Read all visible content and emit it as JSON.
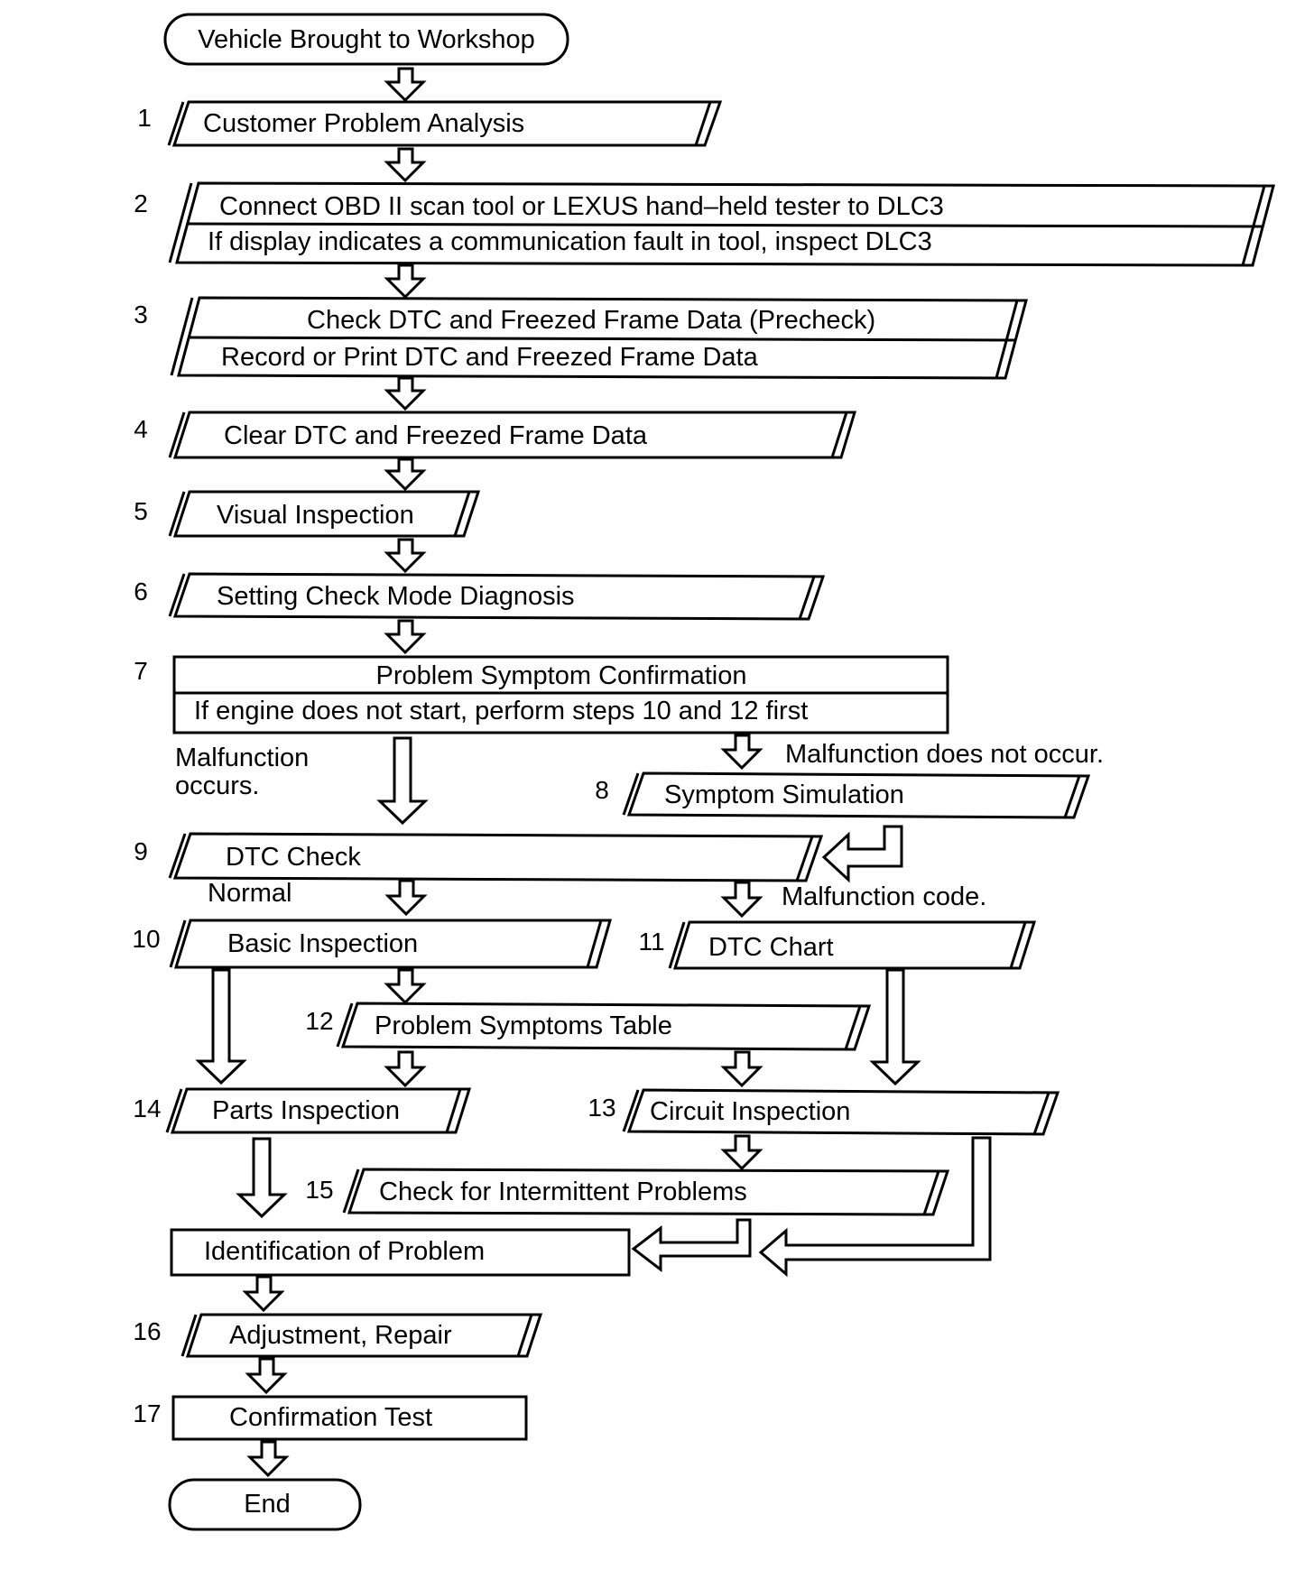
{
  "flow": {
    "start": "Vehicle Brought to Workshop",
    "end": "End",
    "steps": [
      {
        "num": "1",
        "lines": [
          "Customer Problem Analysis"
        ]
      },
      {
        "num": "2",
        "lines": [
          "Connect OBD II scan tool or LEXUS hand–held tester to DLC3",
          "If display indicates a communication fault in tool, inspect DLC3"
        ]
      },
      {
        "num": "3",
        "lines": [
          "Check DTC and Freezed Frame Data (Precheck)",
          "Record or Print DTC and Freezed Frame Data"
        ]
      },
      {
        "num": "4",
        "lines": [
          "Clear DTC and Freezed Frame Data"
        ]
      },
      {
        "num": "5",
        "lines": [
          "Visual Inspection"
        ]
      },
      {
        "num": "6",
        "lines": [
          "Setting Check Mode Diagnosis"
        ]
      },
      {
        "num": "7",
        "lines": [
          "Problem Symptom Confirmation",
          "If engine does not start, perform steps 10 and 12 first"
        ]
      },
      {
        "num": "8",
        "lines": [
          "Symptom Simulation"
        ]
      },
      {
        "num": "9",
        "lines": [
          "DTC Check"
        ]
      },
      {
        "num": "10",
        "lines": [
          "Basic Inspection"
        ]
      },
      {
        "num": "11",
        "lines": [
          "DTC Chart"
        ]
      },
      {
        "num": "12",
        "lines": [
          "Problem Symptoms Table"
        ]
      },
      {
        "num": "13",
        "lines": [
          "Circuit Inspection"
        ]
      },
      {
        "num": "14",
        "lines": [
          "Parts Inspection"
        ]
      },
      {
        "num": "15",
        "lines": [
          "Check for Intermittent Problems"
        ]
      },
      {
        "num": "16",
        "lines": [
          "Adjustment, Repair"
        ]
      },
      {
        "num": "17",
        "lines": [
          "Confirmation Test"
        ]
      }
    ],
    "identification": "Identification of Problem",
    "branch_labels": {
      "malfunction_occurs_1": "Malfunction",
      "malfunction_occurs_2": "occurs.",
      "malfunction_not_occur": "Malfunction does not occur.",
      "normal": "Normal",
      "malfunction_code": "Malfunction code."
    }
  }
}
